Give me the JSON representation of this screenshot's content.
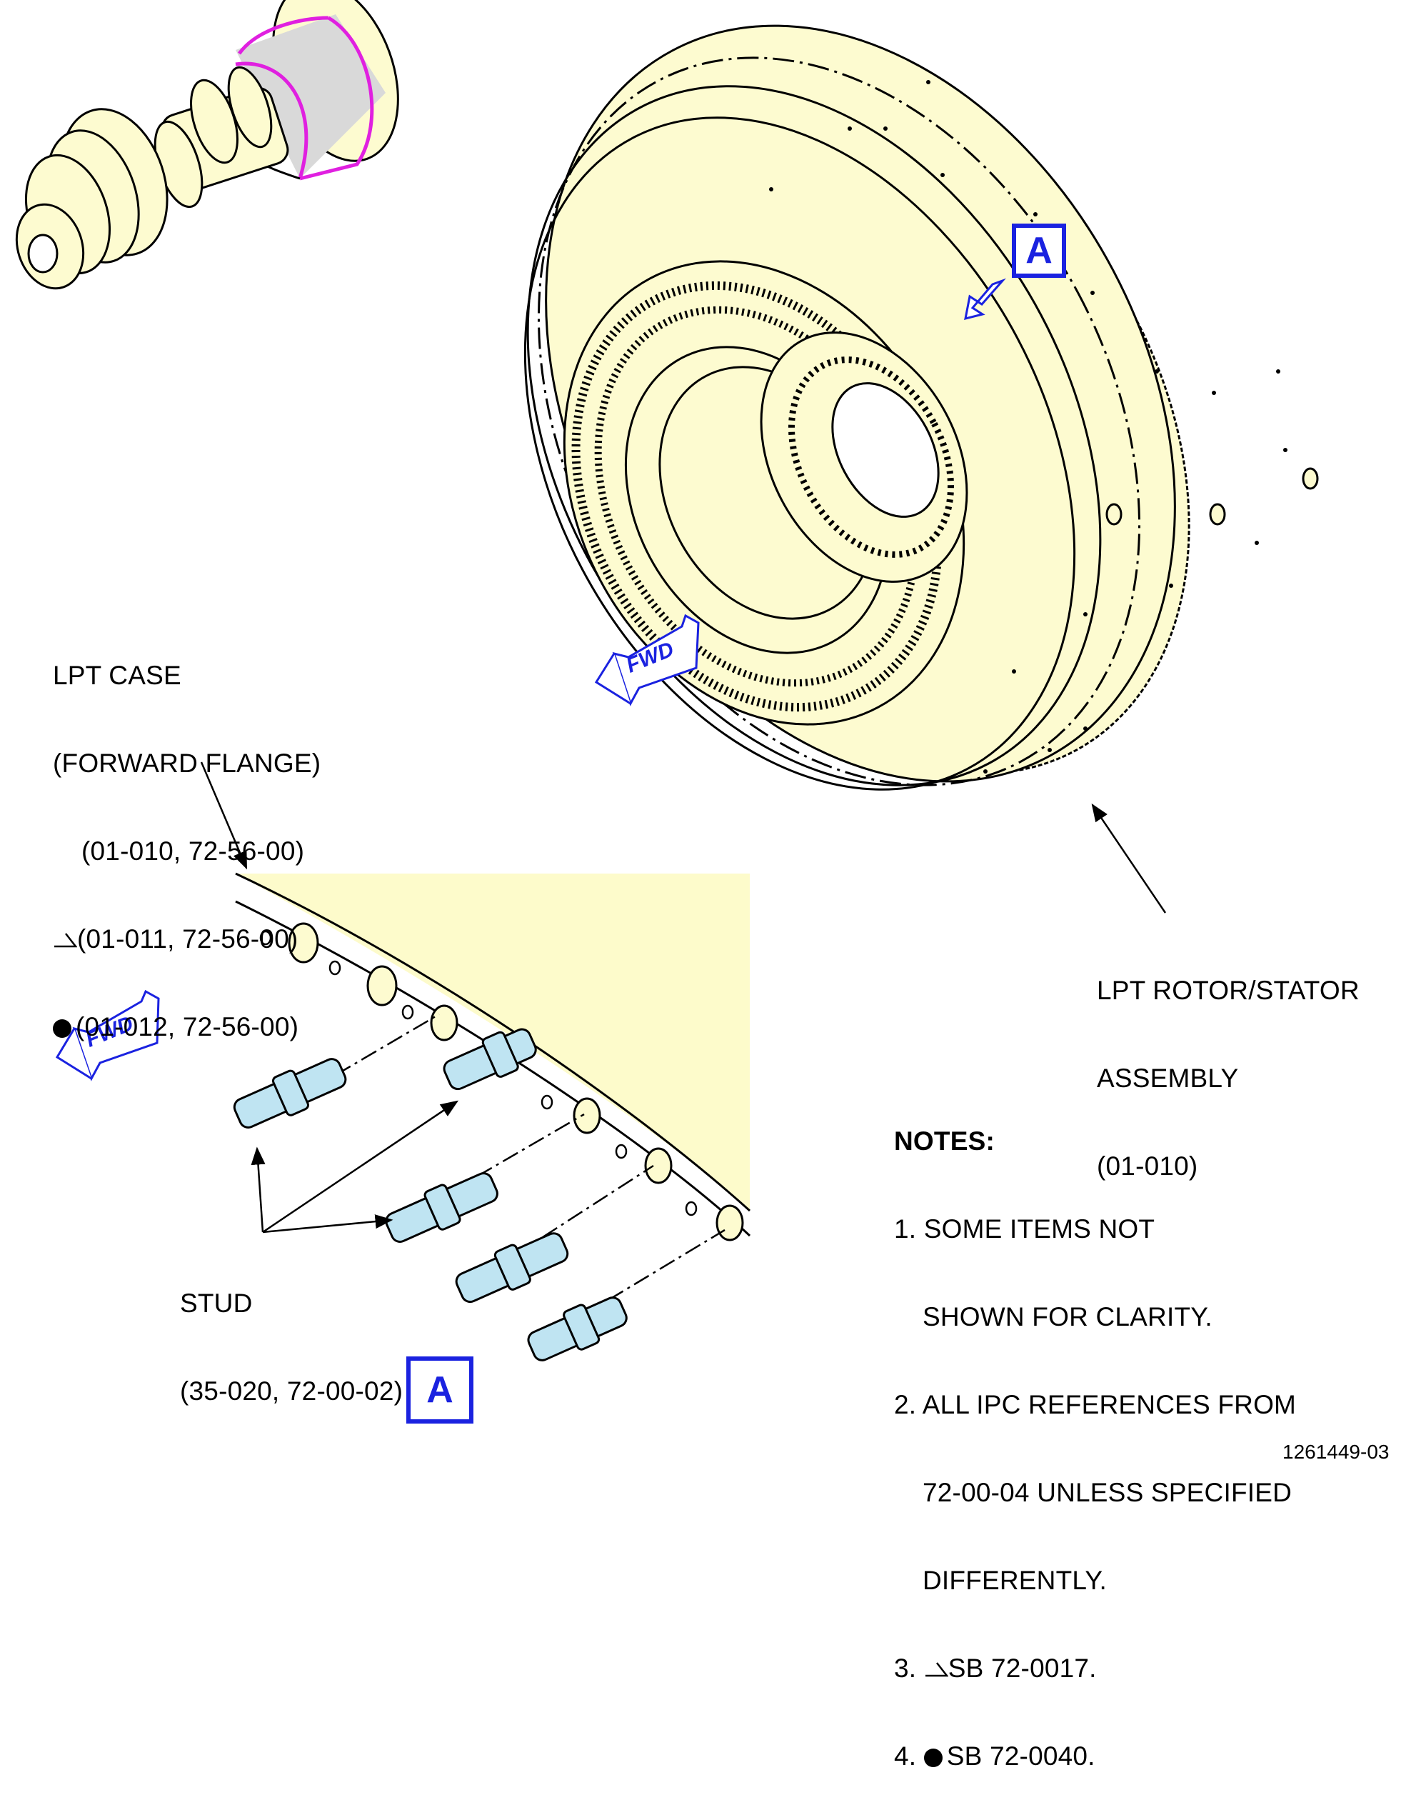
{
  "colors": {
    "part_fill": "#fdfbd0",
    "highlight": "#e020e0",
    "callout_blue": "#1a22e0",
    "stud_fill": "#bfe4f2",
    "detail_bg": "#fdfbcb"
  },
  "labels": {
    "lpt_case": {
      "line1": "LPT CASE",
      "line2": "(FORWARD FLANGE)",
      "line3": "(01-010, 72-56-00)",
      "line4": "(01-011, 72-56-00)",
      "line5": "(01-012, 72-56-00)"
    },
    "rotor_stator": {
      "line1": "LPT ROTOR/STATOR",
      "line2": "ASSEMBLY",
      "line3": "(01-010)"
    },
    "stud": {
      "line1": "STUD",
      "line2": "(35-020, 72-00-02)"
    },
    "fwd_top": "FWD",
    "fwd_bottom": "FWD",
    "view_a_top": "A",
    "view_a_bottom": "A"
  },
  "notes": {
    "title": "NOTES:",
    "n1a": "1. SOME ITEMS NOT",
    "n1b": "SHOWN FOR CLARITY.",
    "n2a": "2. ALL IPC REFERENCES FROM",
    "n2b": "72-00-04 UNLESS SPECIFIED",
    "n2c": "DIFFERENTLY.",
    "n3": "SB 72-0017.",
    "n3_prefix": "3.",
    "n4": "SB 72-0040.",
    "n4_prefix": "4."
  },
  "figure_number": "1261449-03"
}
